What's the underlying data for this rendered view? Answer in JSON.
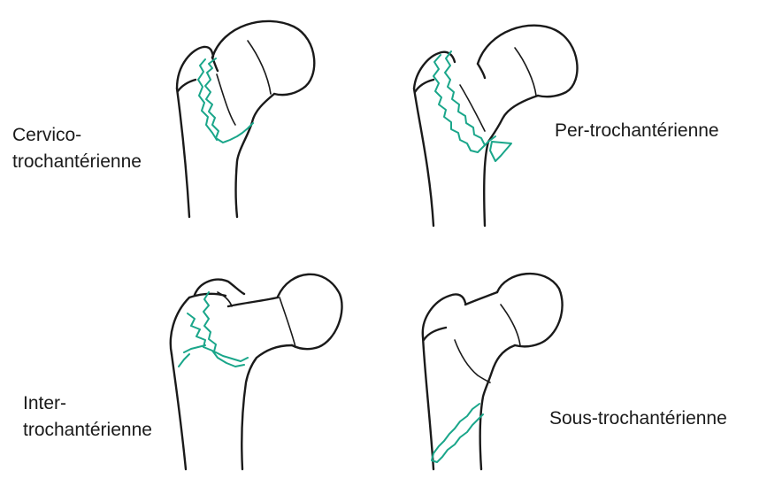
{
  "colors": {
    "background": "#ffffff",
    "bone_outline": "#1a1a1a",
    "fracture_line": "#1aa68a",
    "text": "#1a1a1a"
  },
  "panels": [
    {
      "id": "cervico",
      "label_lines": [
        "Cervico-",
        "trochantérienne"
      ]
    },
    {
      "id": "per",
      "label_lines": [
        "Per-trochantérienne"
      ]
    },
    {
      "id": "inter",
      "label_lines": [
        "Inter-",
        "trochantérienne"
      ]
    },
    {
      "id": "sous",
      "label_lines": [
        "Sous-trochantérienne"
      ]
    }
  ]
}
